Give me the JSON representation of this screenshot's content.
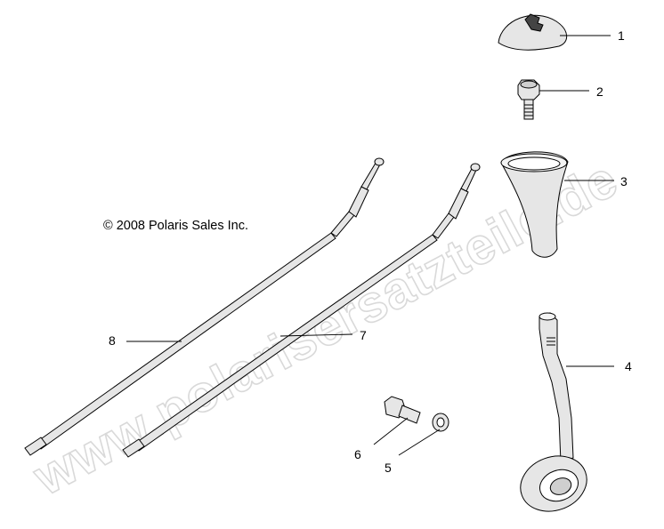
{
  "copyright": "© 2008 Polaris Sales Inc.",
  "watermark": "www.polarisersatzteile.de",
  "callouts": [
    {
      "label": "1",
      "part": "knob"
    },
    {
      "label": "2",
      "part": "bolt"
    },
    {
      "label": "3",
      "part": "boot"
    },
    {
      "label": "4",
      "part": "shift-lever"
    },
    {
      "label": "5",
      "part": "washer"
    },
    {
      "label": "6",
      "part": "pivot-bolt"
    },
    {
      "label": "7",
      "part": "cable-right"
    },
    {
      "label": "8",
      "part": "cable-left"
    }
  ],
  "colors": {
    "line": "#000000",
    "part_fill": "#e8e8e8",
    "watermark_stroke": "#d9d9d9"
  }
}
